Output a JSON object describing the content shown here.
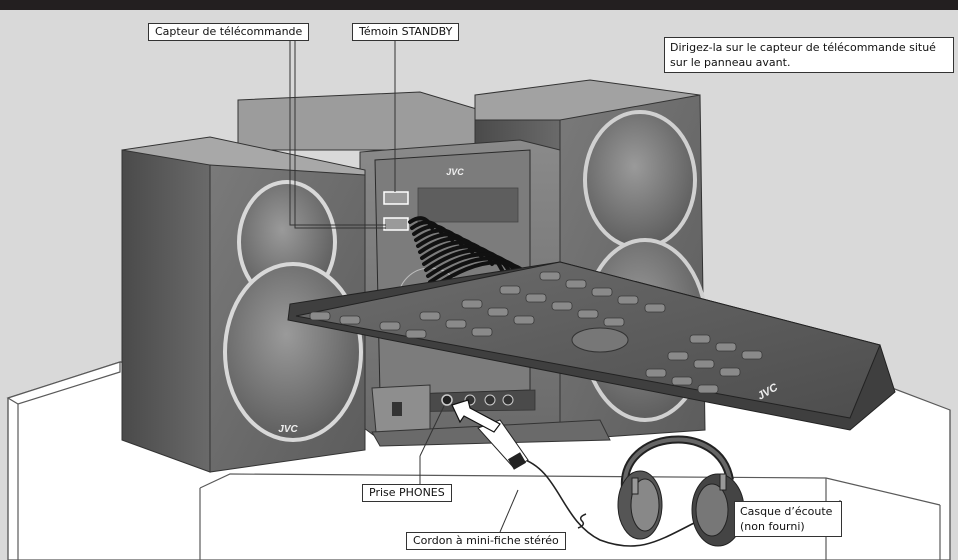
{
  "labels": {
    "remote_sensor": "Capteur de télécommande",
    "standby": "Témoin STANDBY",
    "instruction": "Dirigez-la sur le capteur de télécommande situé sur le panneau avant.",
    "phones": "Prise PHONES",
    "cord": "Cordon à mini-fiche stéréo",
    "headphones": "Casque d’écoute (non fourni)"
  },
  "logos": {
    "speaker_left": "JVC",
    "main_unit": "JVC",
    "remote": "JVC"
  },
  "colors": {
    "background": "#d9d9d9",
    "top_bar": "#231f20",
    "speaker": "#6e6e6e",
    "remote": "#5a5a5a"
  }
}
